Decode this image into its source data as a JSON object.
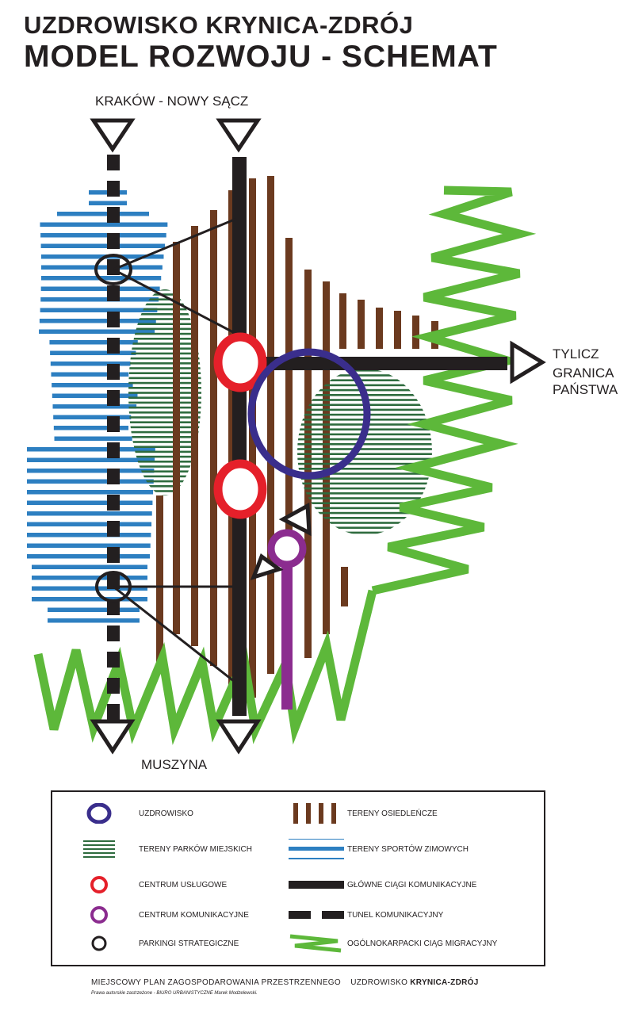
{
  "title": {
    "line1": "UZDROWISKO KRYNICA-ZDRÓJ",
    "line2": "MODEL ROZWOJU - SCHEMAT"
  },
  "directions": {
    "north": "KRAKÓW - NOWY SĄCZ",
    "east_1": "TYLICZ",
    "east_2": "GRANICA",
    "east_3": "PAŃSTWA",
    "south": "MUSZYNA"
  },
  "colors": {
    "spa": "#3a2e8c",
    "park": "#2e6b3e",
    "service": "#e5202a",
    "transport": "#8b2c8f",
    "parking": "#231f20",
    "settlement": "#6b3a1f",
    "winter_sports": "#2d7fc1",
    "main_road": "#231f20",
    "migration": "#5db83a"
  },
  "legend": {
    "spa": "UZDROWISKO",
    "parks": "TERENY PARKÓW MIEJSKICH",
    "service_center": "CENTRUM USŁUGOWE",
    "transport_center": "CENTRUM KOMUNIKACYJNE",
    "parking": "PARKINGI STRATEGICZNE",
    "settlement": "TERENY OSIEDLEŃCZE",
    "winter_sports": "TERENY SPORTÓW ZIMOWYCH",
    "main_roads": "GŁÓWNE CIĄGI KOMUNIKACYJNE",
    "tunnel": "TUNEL KOMUNIKACYJNY",
    "migration": "OGÓLNOKARPACKI CIĄG MIGRACYJNY"
  },
  "footer": {
    "plan": "MIEJSCOWY PLAN ZAGOSPODAROWANIA PRZESTRZENNEGO",
    "town": "UZDROWISKO",
    "town_bold": "KRYNICA-ZDRÓJ",
    "credit": "Prawa autorskie zastrzeżone - BIURO URBANISTYCZNE Marek Modzelewski."
  }
}
